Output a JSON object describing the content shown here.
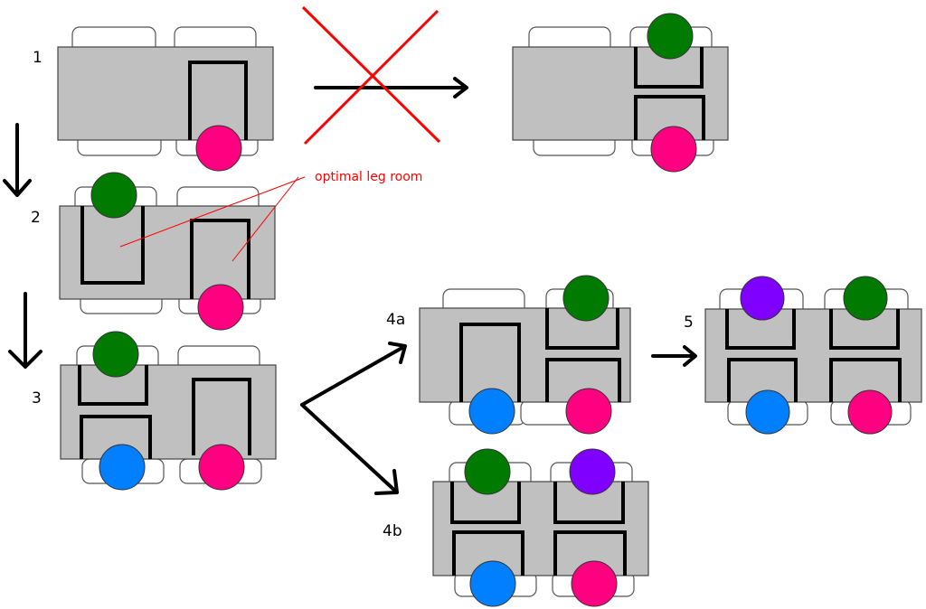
{
  "colors": {
    "table": "#c0c0c0",
    "legs": "#000000",
    "cross": "#ff0000",
    "annotation": "#ff0000",
    "person_green": "#007a00",
    "person_pink": "#ff0080",
    "person_blue": "#0080ff",
    "person_purple": "#8000ff"
  },
  "steps": {
    "s1": "1",
    "s2": "2",
    "s3": "3",
    "s4a": "4a",
    "s4b": "4b",
    "s5": "5"
  },
  "annotation": {
    "text": "optimal leg room"
  },
  "persons": {
    "s1": [
      "pink"
    ],
    "rejected": [
      "green",
      "pink"
    ],
    "s2": [
      "green",
      "pink"
    ],
    "s3": [
      "green",
      "blue",
      "pink"
    ],
    "s4a": [
      "green",
      "blue",
      "pink"
    ],
    "s4b": [
      "green",
      "purple",
      "blue",
      "pink"
    ],
    "s5": [
      "purple",
      "green",
      "blue",
      "pink"
    ]
  }
}
